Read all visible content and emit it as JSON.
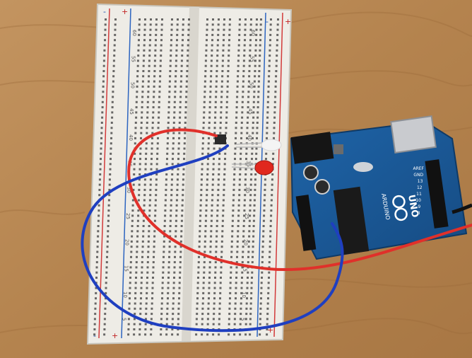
{
  "breadboard": {
    "row_numbers": [
      "60",
      "55",
      "50",
      "45",
      "40",
      "35",
      "30",
      "25",
      "20",
      "15",
      "10",
      "5"
    ],
    "rail_plus": "+",
    "rail_minus": "-"
  },
  "arduino": {
    "logo_text": "ARDUINO",
    "model_text": "UNO",
    "header_labels": [
      "AREF",
      "GND",
      "13",
      "12",
      "11",
      "10",
      "9",
      "8"
    ]
  },
  "leds": [
    {
      "color": "clear",
      "hex": "#f4f4f4"
    },
    {
      "color": "red",
      "hex": "#e0281e"
    }
  ],
  "wires": [
    {
      "color": "red",
      "hex": "#e0302a"
    },
    {
      "color": "blue",
      "hex": "#1f3fc0"
    }
  ],
  "colors": {
    "table": "#b98a56",
    "board_pcb": "#1c5a9a",
    "breadboard": "#eeece6"
  }
}
